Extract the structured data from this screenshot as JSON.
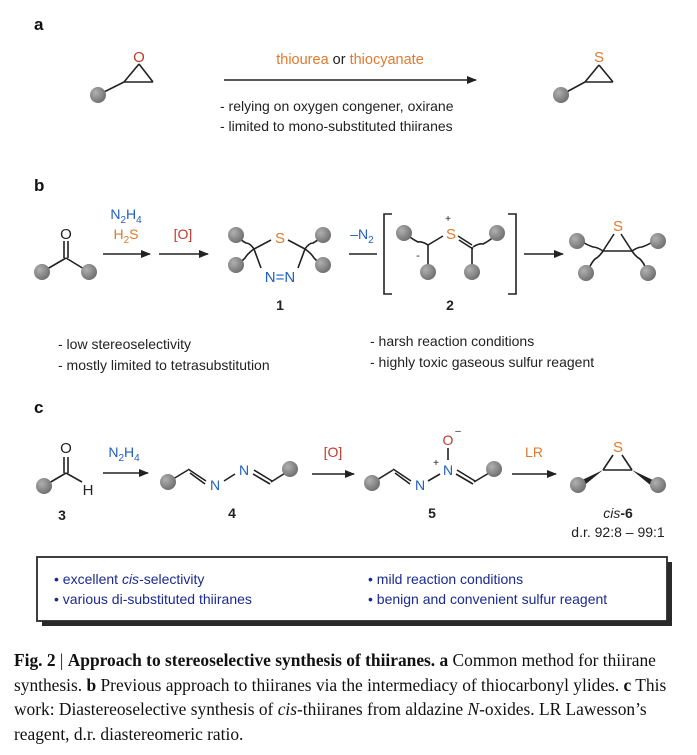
{
  "panels": {
    "a": {
      "label": "a",
      "reagent_part1": "thiourea",
      "reagent_or": " or ",
      "reagent_part2": "thiocyanate",
      "notes": [
        "- relying on oxygen congener, oxirane",
        "- limited to mono-substituted thiiranes"
      ],
      "o_atom": "O",
      "s_atom": "S"
    },
    "b": {
      "label": "b",
      "reagent1_top": "N",
      "reagent1_top_sub": "2",
      "reagent1_top_h": "H",
      "reagent1_top_sub2": "4",
      "reagent1_bottom": "H",
      "reagent1_bottom_sub": "2",
      "reagent1_bottom_s": "S",
      "reagent2": "[O]",
      "reagent3": "–N",
      "reagent3_sub": "2",
      "cmpd1": "1",
      "cmpd2": "2",
      "notes_left": [
        "- low stereoselectivity",
        "- mostly limited to tetrasubstitution"
      ],
      "notes_right": [
        "- harsh reaction conditions",
        "- highly toxic gaseous sulfur reagent"
      ],
      "ketone_o": "O",
      "thiadiazoline_s": "S",
      "thiadiazoline_n": "N=N",
      "ylide_s": "S",
      "ylide_plus": "+",
      "ylide_minus": "-",
      "thiirane_s": "S"
    },
    "c": {
      "label": "c",
      "reagent1": "N",
      "reagent1_sub": "2",
      "reagent1_h": "H",
      "reagent1_sub2": "4",
      "reagent2": "[O]",
      "reagent3": "LR",
      "cmpd3": "3",
      "cmpd4": "4",
      "cmpd5": "5",
      "cmpd6_italic": "cis",
      "cmpd6_num": "-6",
      "dr": "d.r. 92:8 – 99:1",
      "aldehyde_o": "O",
      "aldehyde_h": "H",
      "n_atom": "N",
      "o_minus": "O",
      "minus": "–",
      "plus": "+",
      "s_atom": "S"
    }
  },
  "summary_box": {
    "items": [
      {
        "prefix": "• excellent ",
        "italic": "cis",
        "suffix": "-selectivity"
      },
      {
        "prefix": "• various di-substituted thiiranes",
        "italic": "",
        "suffix": ""
      },
      {
        "prefix": "• mild reaction conditions",
        "italic": "",
        "suffix": ""
      },
      {
        "prefix": "• benign and convenient sulfur reagent",
        "italic": "",
        "suffix": ""
      }
    ]
  },
  "caption": {
    "fig": "Fig. 2",
    "sep": " | ",
    "title": "Approach to stereoselective synthesis of thiiranes.",
    "a_label": " a",
    "a_text": " Common method for thiirane synthesis.",
    "b_label": " b",
    "b_text": " Previous approach to thiiranes via the intermediacy of thiocarbonyl ylides.",
    "c_label": " c",
    "c_text1": " This work: Diastereoselective synthesis of ",
    "c_italic1": "cis",
    "c_text2": "-thiiranes from aldazine ",
    "c_italic2": "N",
    "c_text3": "-oxides. LR Lawesson’s reagent, d.r. diastereomeric ratio."
  },
  "colors": {
    "orange": "#e07a2e",
    "blue": "#1f5fbf",
    "red": "#c0392b",
    "navy": "#1b2a8f",
    "ball": "#808080",
    "black": "#222222"
  }
}
